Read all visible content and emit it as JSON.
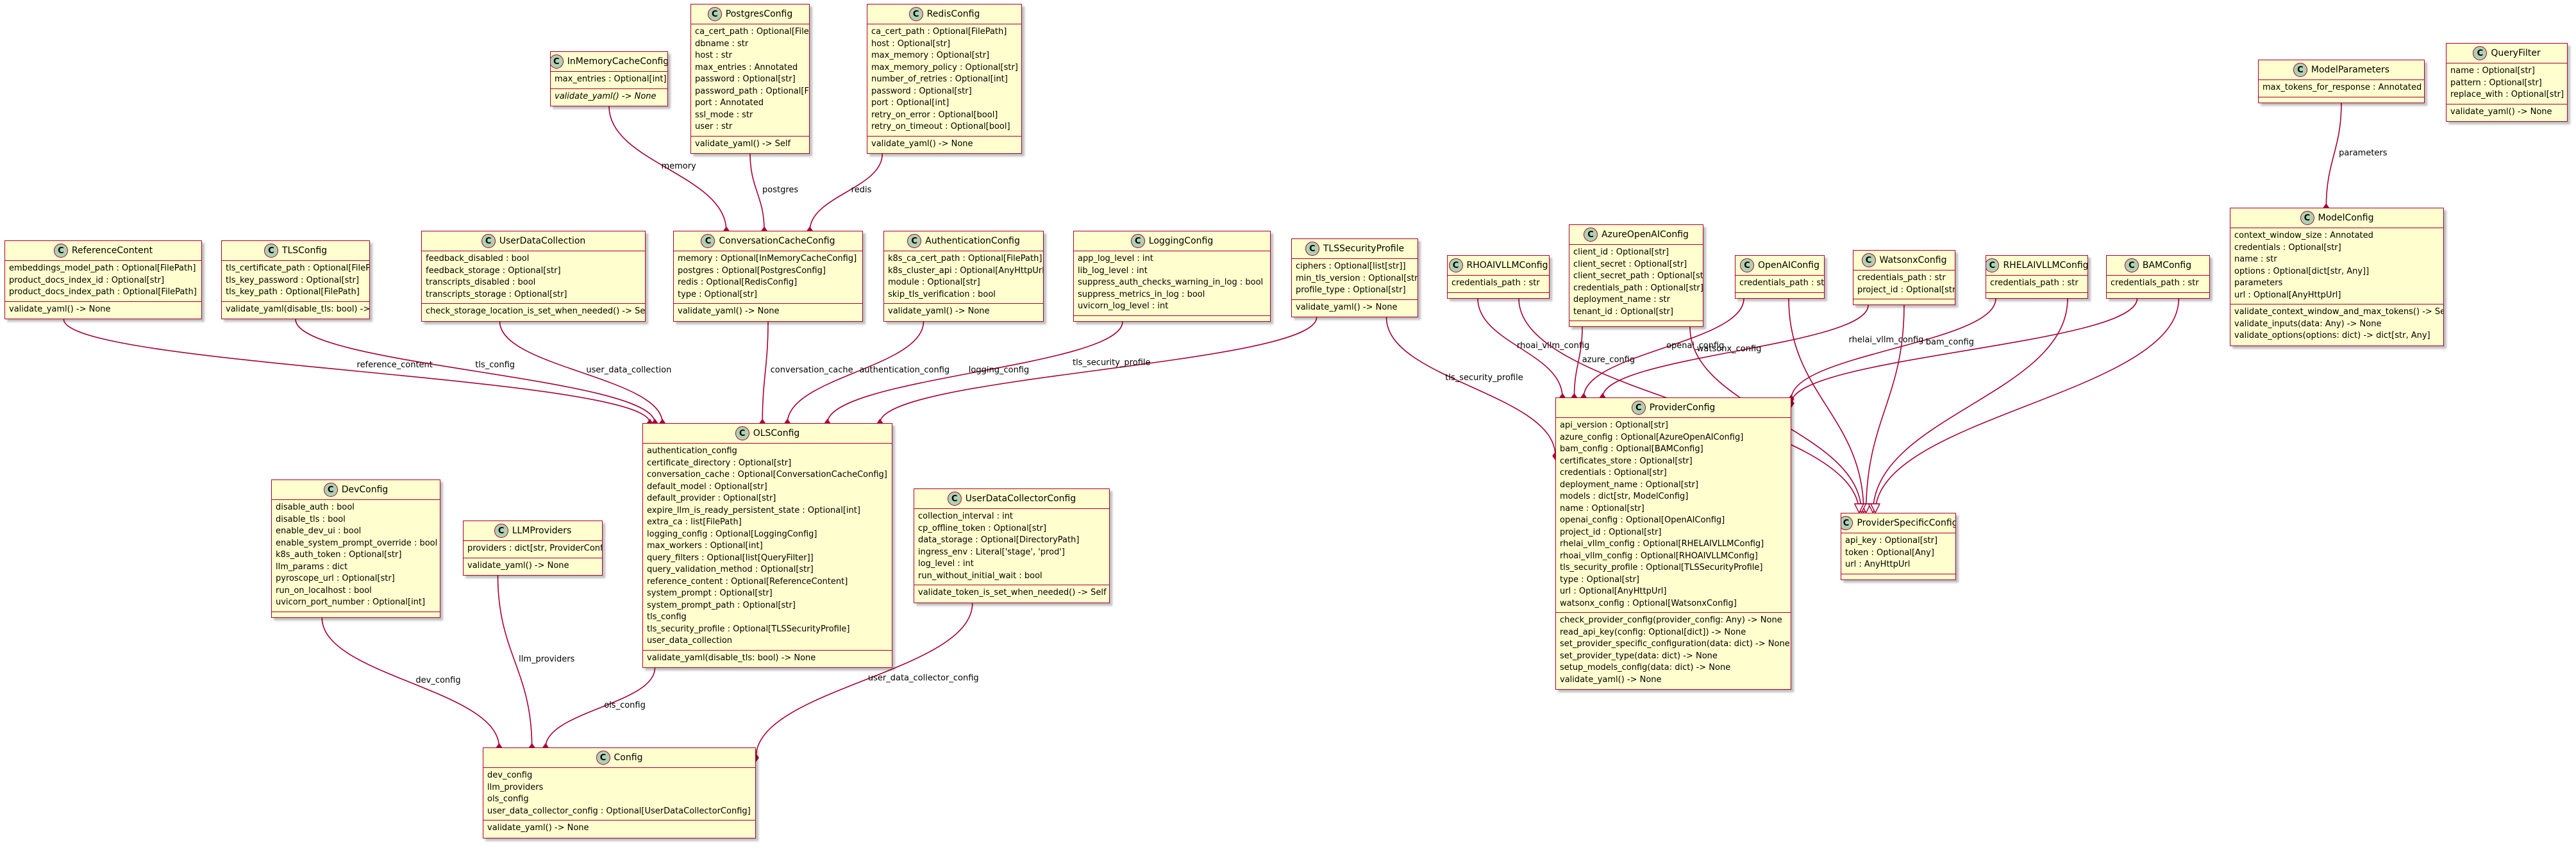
{
  "classes": [
    {
      "id": "InMemoryCacheConfig",
      "attrs": [
        "max_entries : Optional[int]"
      ],
      "methods": [
        "validate_yaml() -> None"
      ],
      "italic_methods": true
    },
    {
      "id": "PostgresConfig",
      "attrs": [
        "ca_cert_path : Optional[FilePath]",
        "dbname : str",
        "host : str",
        "max_entries : Annotated",
        "password : Optional[str]",
        "password_path : Optional[FilePath]",
        "port : Annotated",
        "ssl_mode : str",
        "user : str"
      ],
      "methods": [
        "validate_yaml() -> Self"
      ]
    },
    {
      "id": "RedisConfig",
      "attrs": [
        "ca_cert_path : Optional[FilePath]",
        "host : Optional[str]",
        "max_memory : Optional[str]",
        "max_memory_policy : Optional[str]",
        "number_of_retries : Optional[int]",
        "password : Optional[str]",
        "port : Optional[int]",
        "retry_on_error : Optional[bool]",
        "retry_on_timeout : Optional[bool]"
      ],
      "methods": [
        "validate_yaml() -> None"
      ]
    },
    {
      "id": "ModelParameters",
      "attrs": [
        "max_tokens_for_response : Annotated"
      ],
      "methods": []
    },
    {
      "id": "QueryFilter",
      "attrs": [
        "name : Optional[str]",
        "pattern : Optional[str]",
        "replace_with : Optional[str]"
      ],
      "methods": [
        "validate_yaml() -> None"
      ]
    },
    {
      "id": "ModelConfig",
      "attrs": [
        "context_window_size : Annotated",
        "credentials : Optional[str]",
        "name : str",
        "options : Optional[dict[str, Any]]",
        "parameters",
        "url : Optional[AnyHttpUrl]"
      ],
      "methods": [
        "validate_context_window_and_max_tokens() -> Self",
        "validate_inputs(data: Any) -> None",
        "validate_options(options: dict) -> dict[str, Any]"
      ]
    },
    {
      "id": "ReferenceContent",
      "attrs": [
        "embeddings_model_path : Optional[FilePath]",
        "product_docs_index_id : Optional[str]",
        "product_docs_index_path : Optional[FilePath]"
      ],
      "methods": [
        "validate_yaml() -> None"
      ]
    },
    {
      "id": "TLSConfig",
      "attrs": [
        "tls_certificate_path : Optional[FilePath]",
        "tls_key_password : Optional[str]",
        "tls_key_path : Optional[FilePath]"
      ],
      "methods": [
        "validate_yaml(disable_tls: bool) -> None"
      ]
    },
    {
      "id": "UserDataCollection",
      "attrs": [
        "feedback_disabled : bool",
        "feedback_storage : Optional[str]",
        "transcripts_disabled : bool",
        "transcripts_storage : Optional[str]"
      ],
      "methods": [
        "check_storage_location_is_set_when_needed() -> Self"
      ]
    },
    {
      "id": "ConversationCacheConfig",
      "attrs": [
        "memory : Optional[InMemoryCacheConfig]",
        "postgres : Optional[PostgresConfig]",
        "redis : Optional[RedisConfig]",
        "type : Optional[str]"
      ],
      "methods": [
        "validate_yaml() -> None"
      ]
    },
    {
      "id": "AuthenticationConfig",
      "attrs": [
        "k8s_ca_cert_path : Optional[FilePath]",
        "k8s_cluster_api : Optional[AnyHttpUrl]",
        "module : Optional[str]",
        "skip_tls_verification : bool"
      ],
      "methods": [
        "validate_yaml() -> None"
      ]
    },
    {
      "id": "LoggingConfig",
      "attrs": [
        "app_log_level : int",
        "lib_log_level : int",
        "suppress_auth_checks_warning_in_log : bool",
        "suppress_metrics_in_log : bool",
        "uvicorn_log_level : int"
      ],
      "methods": []
    },
    {
      "id": "TLSSecurityProfile",
      "attrs": [
        "ciphers : Optional[list[str]]",
        "min_tls_version : Optional[str]",
        "profile_type : Optional[str]"
      ],
      "methods": [
        "validate_yaml() -> None"
      ]
    },
    {
      "id": "RHOAIVLLMConfig",
      "attrs": [
        "credentials_path : str"
      ],
      "methods": []
    },
    {
      "id": "AzureOpenAIConfig",
      "attrs": [
        "client_id : Optional[str]",
        "client_secret : Optional[str]",
        "client_secret_path : Optional[str]",
        "credentials_path : Optional[str]",
        "deployment_name : str",
        "tenant_id : Optional[str]"
      ],
      "methods": []
    },
    {
      "id": "OpenAIConfig",
      "attrs": [
        "credentials_path : str"
      ],
      "methods": []
    },
    {
      "id": "WatsonxConfig",
      "attrs": [
        "credentials_path : str",
        "project_id : Optional[str]"
      ],
      "methods": []
    },
    {
      "id": "RHELAIVLLMConfig",
      "attrs": [
        "credentials_path : str"
      ],
      "methods": []
    },
    {
      "id": "BAMConfig",
      "attrs": [
        "credentials_path : str"
      ],
      "methods": []
    },
    {
      "id": "OLSConfig",
      "attrs": [
        "authentication_config",
        "certificate_directory : Optional[str]",
        "conversation_cache : Optional[ConversationCacheConfig]",
        "default_model : Optional[str]",
        "default_provider : Optional[str]",
        "expire_llm_is_ready_persistent_state : Optional[int]",
        "extra_ca : list[FilePath]",
        "logging_config : Optional[LoggingConfig]",
        "max_workers : Optional[int]",
        "query_filters : Optional[list[QueryFilter]]",
        "query_validation_method : Optional[str]",
        "reference_content : Optional[ReferenceContent]",
        "system_prompt : Optional[str]",
        "system_prompt_path : Optional[str]",
        "tls_config",
        "tls_security_profile : Optional[TLSSecurityProfile]",
        "user_data_collection"
      ],
      "methods": [
        "validate_yaml(disable_tls: bool) -> None"
      ]
    },
    {
      "id": "ProviderConfig",
      "attrs": [
        "api_version : Optional[str]",
        "azure_config : Optional[AzureOpenAIConfig]",
        "bam_config : Optional[BAMConfig]",
        "certificates_store : Optional[str]",
        "credentials : Optional[str]",
        "deployment_name : Optional[str]",
        "models : dict[str, ModelConfig]",
        "name : Optional[str]",
        "openai_config : Optional[OpenAIConfig]",
        "project_id : Optional[str]",
        "rhelai_vllm_config : Optional[RHELAIVLLMConfig]",
        "rhoai_vllm_config : Optional[RHOAIVLLMConfig]",
        "tls_security_profile : Optional[TLSSecurityProfile]",
        "type : Optional[str]",
        "url : Optional[AnyHttpUrl]",
        "watsonx_config : Optional[WatsonxConfig]"
      ],
      "methods": [
        "check_provider_config(provider_config: Any) -> None",
        "read_api_key(config: Optional[dict]) -> None",
        "set_provider_specific_configuration(data: dict) -> None",
        "set_provider_type(data: dict) -> None",
        "setup_models_config(data: dict) -> None",
        "validate_yaml() -> None"
      ]
    },
    {
      "id": "ProviderSpecificConfig",
      "attrs": [
        "api_key : Optional[str]",
        "token : Optional[Any]",
        "url : AnyHttpUrl"
      ],
      "methods": []
    },
    {
      "id": "DevConfig",
      "attrs": [
        "disable_auth : bool",
        "disable_tls : bool",
        "enable_dev_ui : bool",
        "enable_system_prompt_override : bool",
        "k8s_auth_token : Optional[str]",
        "llm_params : dict",
        "pyroscope_url : Optional[str]",
        "run_on_localhost : bool",
        "uvicorn_port_number : Optional[int]"
      ],
      "methods": []
    },
    {
      "id": "LLMProviders",
      "attrs": [
        "providers : dict[str, ProviderConfig]"
      ],
      "methods": [
        "validate_yaml() -> None"
      ]
    },
    {
      "id": "UserDataCollectorConfig",
      "attrs": [
        "collection_interval : int",
        "cp_offline_token : Optional[str]",
        "data_storage : Optional[DirectoryPath]",
        "ingress_env : Literal['stage', 'prod']",
        "log_level : int",
        "run_without_initial_wait : bool"
      ],
      "methods": [
        "validate_token_is_set_when_needed() -> Self"
      ]
    },
    {
      "id": "Config",
      "attrs": [
        "dev_config",
        "llm_providers",
        "ols_config",
        "user_data_collector_config : Optional[UserDataCollectorConfig]"
      ],
      "methods": [
        "validate_yaml() -> None"
      ]
    }
  ],
  "edge_labels": {
    "memory": "memory",
    "postgres": "postgres",
    "redis": "redis",
    "parameters": "parameters",
    "reference_content": "reference_content",
    "tls_config": "tls_config",
    "user_data_collection": "user_data_collection",
    "conversation_cache": "conversation_cache",
    "authentication_config": "authentication_config",
    "logging_config": "logging_config",
    "tls_security_profile_ols": "tls_security_profile",
    "tls_security_profile_prov": "tls_security_profile",
    "rhoai_vllm_config": "rhoai_vllm_config",
    "azure_config": "azure_config",
    "openai_config": "openai_config",
    "watsonx_config": "watsonx_config",
    "rhelai_vllm_config": "rhelai_vllm_config",
    "bam_config": "bam_config",
    "dev_config": "dev_config",
    "llm_providers": "llm_providers",
    "ols_config": "ols_config",
    "user_data_collector_config": "user_data_collector_config"
  },
  "colors": {
    "class_fill": "#fefece",
    "border": "#a80036",
    "class_icon": "#add1b2"
  },
  "class_icon_letter": "C"
}
